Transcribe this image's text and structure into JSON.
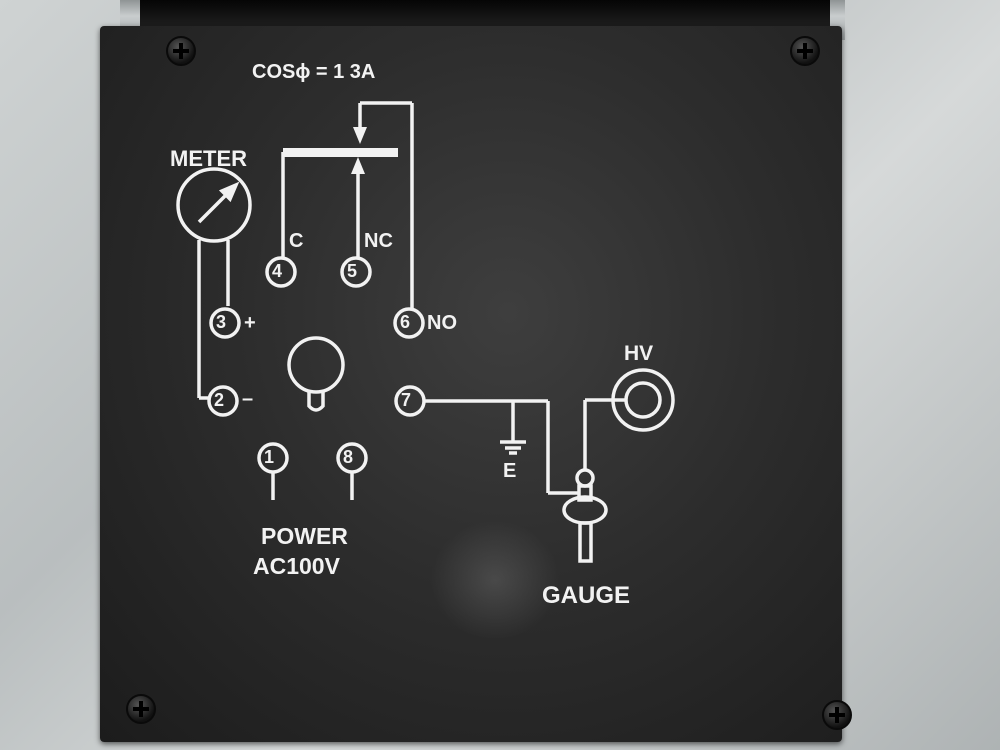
{
  "panel": {
    "rating_label": "COSϕ = 1   3A",
    "meter_label": "METER",
    "terminals": [
      {
        "number": "1",
        "glyph": "①"
      },
      {
        "number": "2",
        "glyph": "②",
        "suffix": "–"
      },
      {
        "number": "3",
        "glyph": "③",
        "suffix": "+"
      },
      {
        "number": "4",
        "glyph": "④",
        "suffix": "C"
      },
      {
        "number": "5",
        "glyph": "⑤",
        "suffix": "NC"
      },
      {
        "number": "6",
        "glyph": "⑥",
        "suffix": "NO"
      },
      {
        "number": "7",
        "glyph": "⑦"
      },
      {
        "number": "8",
        "glyph": "⑧"
      }
    ],
    "relay_contacts": {
      "c": "C",
      "nc": "NC",
      "no": "NO"
    },
    "ground_label": "E",
    "hv_label": "HV",
    "gauge_label": "GAUGE",
    "power_label": "POWER",
    "voltage_label": "AC100V",
    "icons": [
      "meter-dial-icon",
      "lamp-icon",
      "ground-icon",
      "hv-connector-icon",
      "gauge-tube-icon",
      "screw-icon"
    ],
    "colors": {
      "panel": "#2d2d2d",
      "ink": "#f2f2f2",
      "background": "#c4c8c9"
    }
  }
}
